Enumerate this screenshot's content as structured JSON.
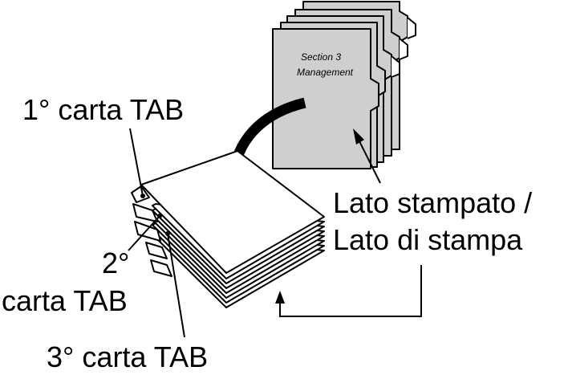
{
  "labels": {
    "tab1": "1° carta TAB",
    "tab2_number": "2°",
    "tab2_text": "carta TAB",
    "tab3": "3° carta TAB",
    "side_line1": "Lato stampato /",
    "side_line2": "Lato di stampa"
  },
  "document": {
    "section_line1": "Section 3",
    "section_line2": "Management"
  },
  "colors": {
    "paper_gray": "#cfcfcf",
    "ink": "#000000",
    "background": "#ffffff"
  }
}
